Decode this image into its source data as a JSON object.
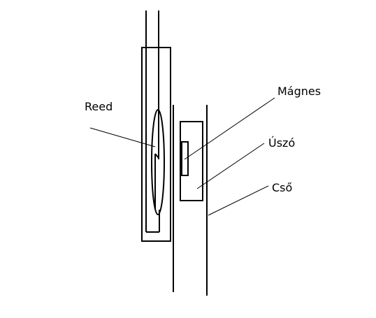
{
  "labels": {
    "reed": "Reed",
    "magnes": "Mágnes",
    "uszo": "Úszó",
    "cso": "Cső"
  },
  "colors": {
    "background": "#ffffff",
    "ink": "#000000"
  }
}
